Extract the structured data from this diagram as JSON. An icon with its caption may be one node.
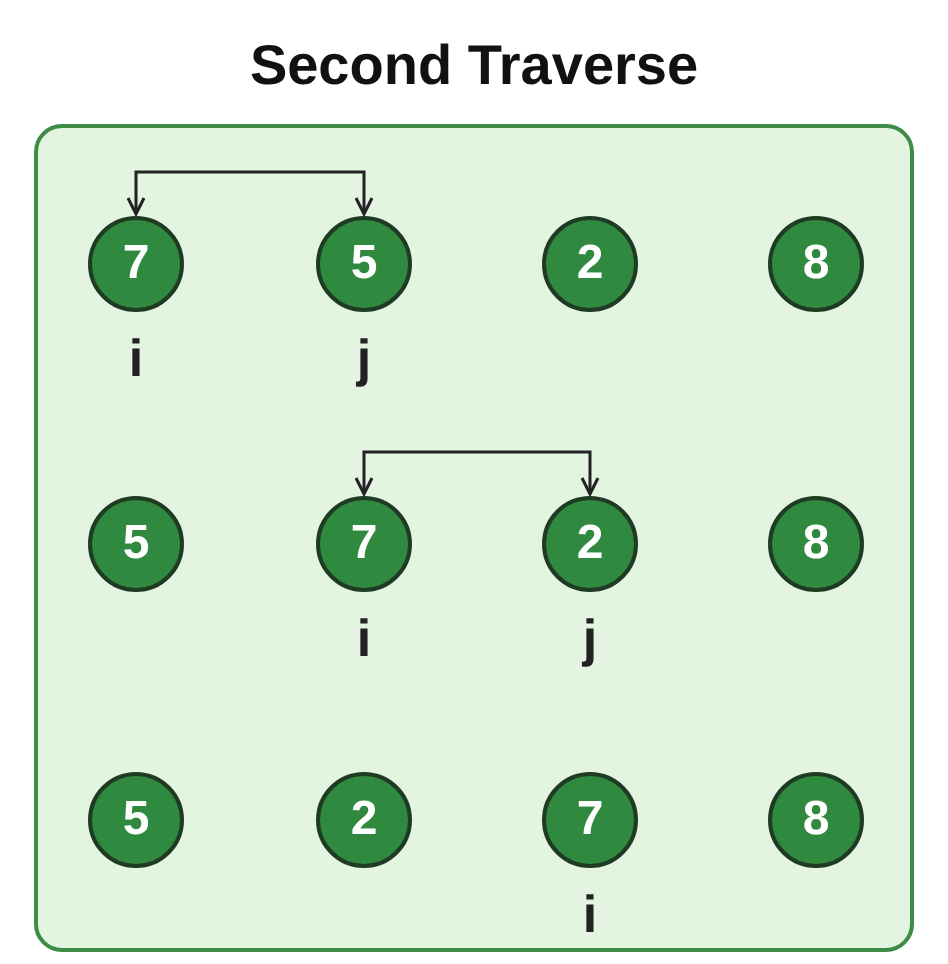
{
  "diagram": {
    "title": "Second Traverse",
    "nodes": [
      {
        "text": [],
        "shape": "box"
      },
      {
        "text": [
          "7"
        ],
        "in": 0,
        "beside": [
          "i"
        ]
      },
      {
        "text": [
          "5"
        ],
        "in": 0,
        "beside": [
          "j"
        ]
      },
      {
        "text": [
          "2"
        ],
        "in": 0
      },
      {
        "text": [
          "8"
        ],
        "in": 0
      },
      {
        "text": [
          "5"
        ],
        "in": 0
      },
      {
        "text": [
          "7"
        ],
        "in": 0,
        "beside": [
          "i"
        ]
      },
      {
        "text": [
          "2"
        ],
        "in": 0,
        "beside": [
          "j"
        ]
      },
      {
        "text": [
          "8"
        ],
        "in": 0
      },
      {
        "text": [
          "5"
        ],
        "in": 0
      },
      {
        "text": [
          "2"
        ],
        "in": 0
      },
      {
        "text": [
          "7"
        ],
        "in": 0,
        "beside": [
          "i"
        ]
      },
      {
        "text": [
          "8"
        ],
        "in": 0
      }
    ],
    "edges": [
      {
        "from": 1,
        "to": 2,
        "arrow": "both"
      },
      {
        "from": 6,
        "to": 7,
        "arrow": "both"
      }
    ]
  }
}
